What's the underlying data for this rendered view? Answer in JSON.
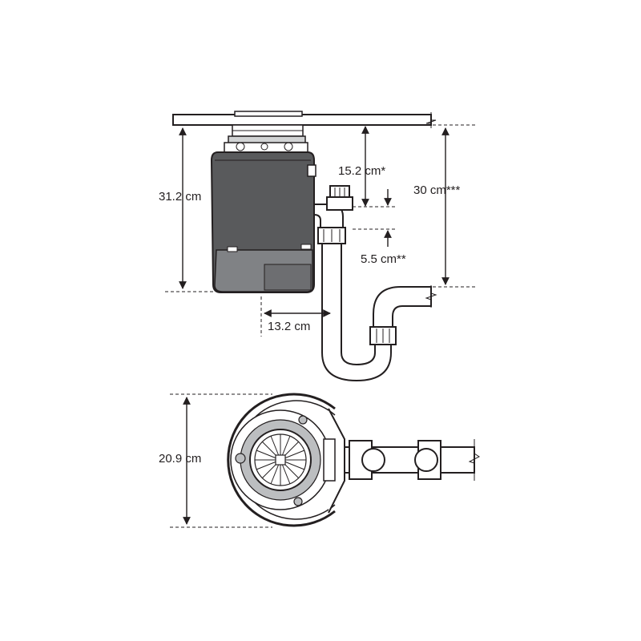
{
  "colors": {
    "outline": "#231f20",
    "body_dark": "#595a5c",
    "body_mid": "#808285",
    "light_part": "#bcbec0",
    "background": "#ffffff"
  },
  "dimensions": {
    "total_height": "31.2 cm",
    "inlet_depth": "15.2 cm*",
    "outlet_offset": "5.5 cm**",
    "trap_depth": "30 cm***",
    "outlet_reach": "13.2 cm",
    "unit_diameter": "20.9 cm"
  }
}
